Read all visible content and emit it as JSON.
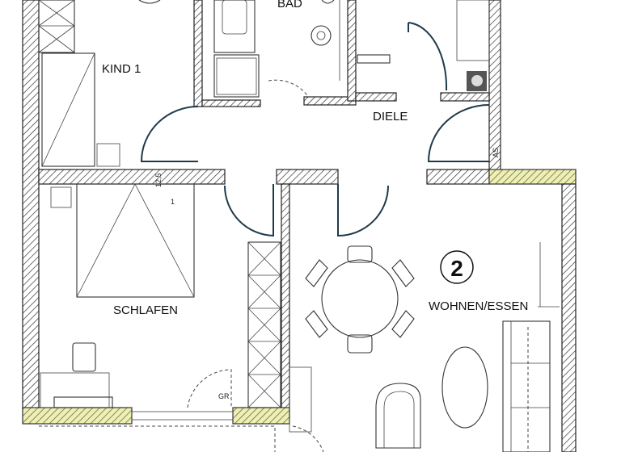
{
  "rooms": {
    "bad": "BAD",
    "kind1": "KIND 1",
    "diele": "DIELE",
    "schlafen": "SCHLAFEN",
    "wohnen": "WOHNEN/ESSEN"
  },
  "unit_number": "2",
  "annotations": {
    "gr": "GR",
    "as": "AS",
    "dim": "12,5",
    "one": "1"
  },
  "colors": {
    "door_arc": "#1f3a4a",
    "wall_hatch": "#222222",
    "exterior_wall_highlight": "#e8ec9a"
  }
}
